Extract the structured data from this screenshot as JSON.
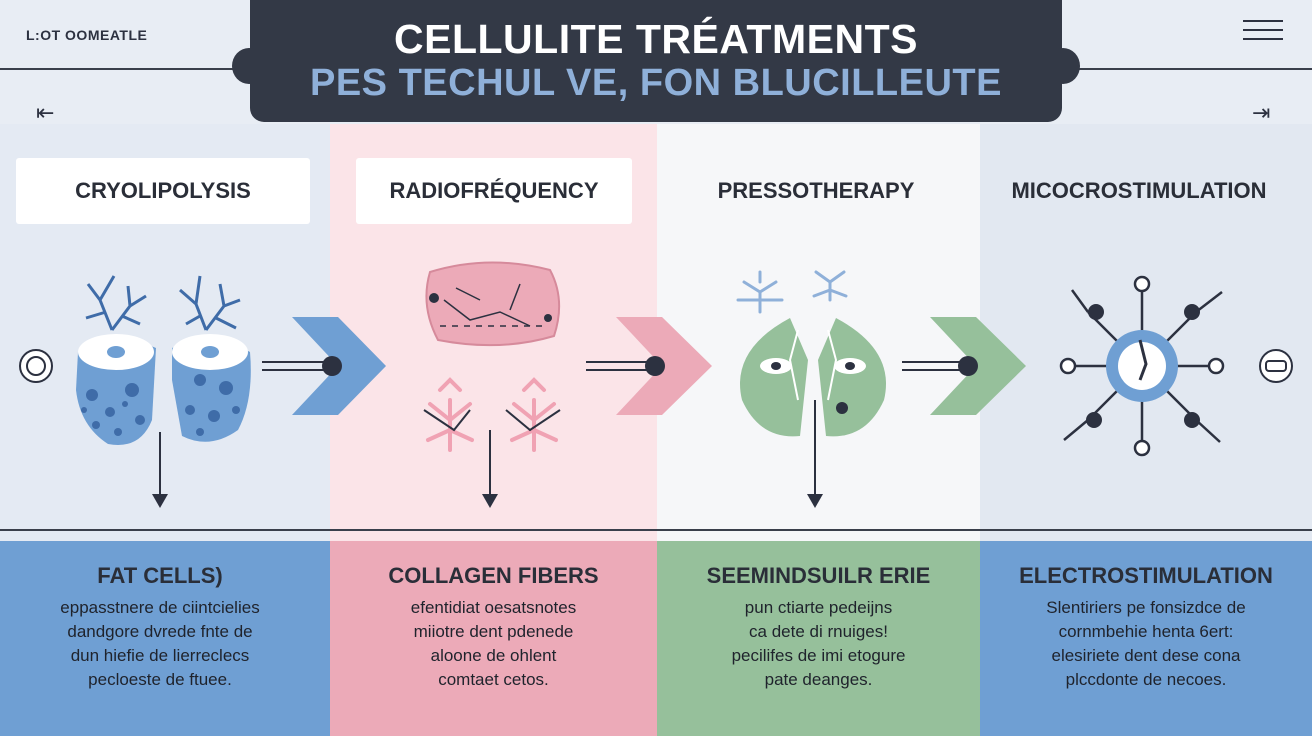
{
  "header": {
    "brand": "L:OT OOMEATLE",
    "title": "CELLULITE TRÉATMENTS",
    "subtitle": "PES TECHUL VE, FON BLUCILLEUTE"
  },
  "nav": {
    "prev_glyph": "⇤",
    "next_glyph": "⇥"
  },
  "colors": {
    "blue": "#6f9fd3",
    "pink": "#ecaab8",
    "green": "#96c09b",
    "dark": "#333946"
  },
  "treatments": [
    {
      "label": "CRYOLIPOLYSIS",
      "bottom_title": "FAT CELLS)",
      "bottom_lines": [
        "eppasstnere de ciintcielies",
        "dandgore dvrede fnte de",
        "dun hiefie de lierreclecs",
        "pecloeste de ftuee."
      ]
    },
    {
      "label": "RADIOFRÉQUENCY",
      "bottom_title": "COLLAGEN FIBERS",
      "bottom_lines": [
        "efentidiat oesatsnotes",
        "miiotre dent pdenede",
        "aloone de ohlent",
        "comtaet cetos."
      ]
    },
    {
      "label": "PRESSOTHERAPY",
      "bottom_title": "SEEMINDSUILR ERIE",
      "bottom_lines": [
        "pun ctiarte pedeijns",
        "ca dete di rnuiges!",
        "pecilifes de imi etogure",
        "pate deanges."
      ]
    },
    {
      "label": "MICOCROSTIMULATION",
      "bottom_title": "ELECTROSTIMULATION",
      "bottom_lines": [
        "Slentiriers pe fonsizdce de",
        "cornmbehie henta 6ert:",
        "elesiriete dent dese cona",
        "plccdonte de necoes."
      ]
    }
  ]
}
